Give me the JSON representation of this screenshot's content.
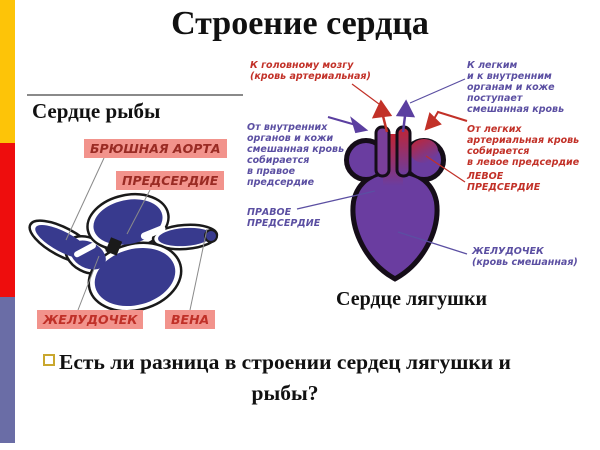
{
  "title": "Строение сердца",
  "fish": {
    "heading": "Сердце рыбы",
    "labels": {
      "aorta": "БРЮШНАЯ АОРТА",
      "atrium": "ПРЕДСЕРДИЕ",
      "ventricle": "ЖЕЛУДОЧЕК",
      "vein": "ВЕНА"
    }
  },
  "frog": {
    "heading": "Сердце лягушки",
    "annotations": {
      "to_brain": "К головному мозгу\n(кровь артериальная)",
      "to_lungs": "К легким\nи к внутренним\nорганам и коже\nпоступает\nсмешанная кровь",
      "from_organs": "От внутренних\nорганов и кожи\nсмешанная кровь\nсобирается\nв правое\nпредсердие",
      "from_lungs": "От легких\nартериальная кровь\nсобирается\nв левое предсердие",
      "left_atrium": "ЛЕВОЕ\nПРЕДСЕРДИЕ",
      "right_atrium": "ПРАВОЕ\nПРЕДСЕРДИЕ",
      "ventricle": "ЖЕЛУДОЧЕК\n(кровь смешанная)"
    }
  },
  "question": "Есть ли разница в строении сердец лягушки и рыбы?",
  "colors": {
    "bar_yellow": "#FDC408",
    "bar_red": "#EE0D0D",
    "bar_slate": "#6A6DA6",
    "label_bg": "#F2938C",
    "label_text_dark": "#9A2B24",
    "label_text_bright": "#C03028",
    "annotation_red": "#C23128",
    "annotation_purple": "#5B4FA2",
    "fish_heart_navy": "#383A8E",
    "frog_heart_purple": "#6A3DA0",
    "frog_heart_red": "#C22433"
  }
}
